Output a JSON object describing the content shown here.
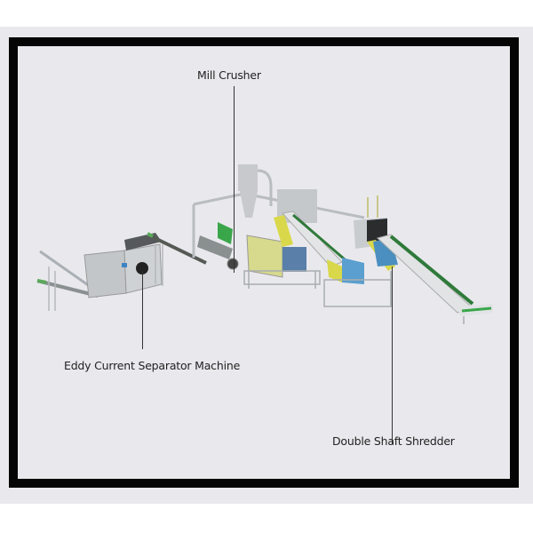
{
  "diagram": {
    "type": "process-line-illustration",
    "labels": {
      "mill_crusher": "Mill Crusher",
      "eddy_current": "Eddy Current Separator Machine",
      "double_shaft": "Double Shaft Shredder"
    },
    "colors": {
      "frame": "#050505",
      "background": "#e9e9ed",
      "steel": "#b9bcc0",
      "belt_green": "#2f7a3a",
      "accent_yellow": "#d9d84a",
      "accent_blue": "#4a8fc0"
    }
  }
}
